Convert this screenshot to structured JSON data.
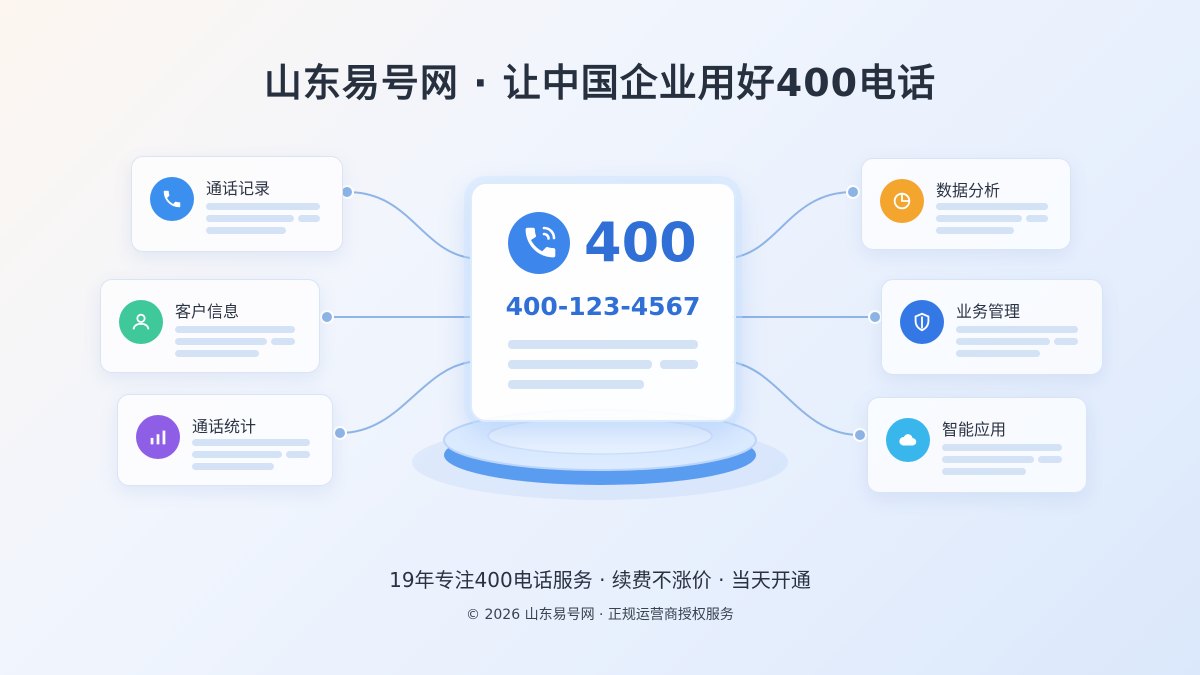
{
  "title": "山东易号网 · 让中国企业用好400电话",
  "center": {
    "big_number": "400",
    "phone_number": "400-123-4567",
    "icon": "phone-ringing-icon"
  },
  "features": {
    "left": [
      {
        "label": "通话记录",
        "icon": "phone-icon",
        "color": "#3b8fef"
      },
      {
        "label": "客户信息",
        "icon": "user-icon",
        "color": "#3fc89a"
      },
      {
        "label": "通话统计",
        "icon": "bar-chart-icon",
        "color": "#8f5ee6"
      }
    ],
    "right": [
      {
        "label": "数据分析",
        "icon": "pie-chart-icon",
        "color": "#f3a52d"
      },
      {
        "label": "业务管理",
        "icon": "shield-icon",
        "color": "#3478e6"
      },
      {
        "label": "智能应用",
        "icon": "cloud-icon",
        "color": "#39b6ec"
      }
    ]
  },
  "slogan": "19年专注400电话服务 · 续费不涨价 · 当天开通",
  "footer": "© 2026 山东易号网 · 正规运营商授权服务",
  "colors": {
    "accent": "#2f6fd6",
    "connector": "#8fb5e6"
  }
}
